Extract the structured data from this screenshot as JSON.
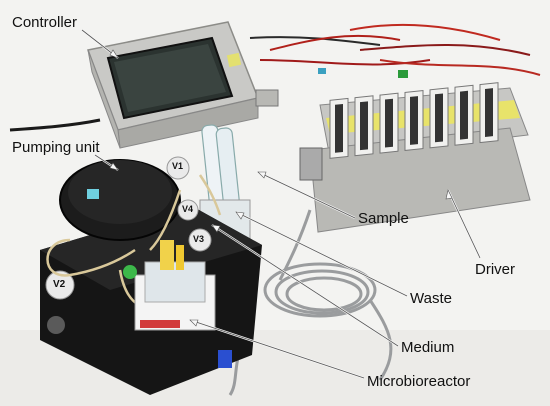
{
  "labels": {
    "controller": "Controller",
    "pumping_unit": "Pumping unit",
    "sample": "Sample",
    "driver": "Driver",
    "waste": "Waste",
    "medium": "Medium",
    "microbioreactor": "Microbioreactor"
  },
  "device_markings": {
    "pump_v1": "V1",
    "pump_v2": "V2",
    "pump_v3": "V3",
    "pump_v4": "V4"
  }
}
